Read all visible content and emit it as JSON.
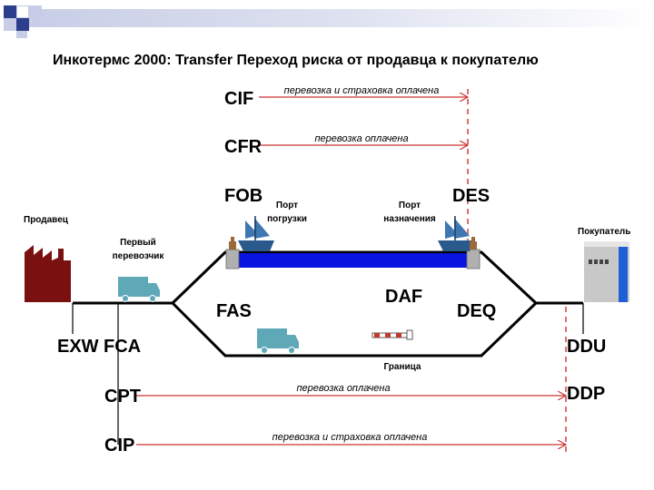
{
  "title": "Инкотермс 2000: Transfer Переход риска от продавца к покупателю",
  "terms": {
    "cif": "CIF",
    "cfr": "CFR",
    "fob": "FOB",
    "des": "DES",
    "fas": "FAS",
    "daf": "DAF",
    "deq": "DEQ",
    "exw": "EXW",
    "fca": "FCA",
    "ddu": "DDU",
    "cpt": "CPT",
    "ddp": "DDP",
    "cip": "CIP"
  },
  "arrows": {
    "cif_text": "перевозка и страховка оплачена",
    "cfr_text": "перевозка оплачена",
    "cpt_text": "перевозка оплачена",
    "cip_text": "перевозка и страховка оплачена"
  },
  "labels": {
    "seller": "Продавец",
    "buyer": "Покупатель",
    "first_carrier_1": "Первый",
    "first_carrier_2": "перевозчик",
    "port_load_1": "Порт",
    "port_load_2": "погрузки",
    "port_dest_1": "Порт",
    "port_dest_2": "назначения",
    "border": "Граница"
  },
  "colors": {
    "factory": "#7b1010",
    "water": "#0a14e0",
    "truck": "#5fa8b8",
    "ship": "#2a5a8c",
    "arrow_line": "#cc3333",
    "dash_line": "#cc2222",
    "road": "#000000",
    "building": "#c8c8c8",
    "building_accent": "#1f5fd6"
  }
}
